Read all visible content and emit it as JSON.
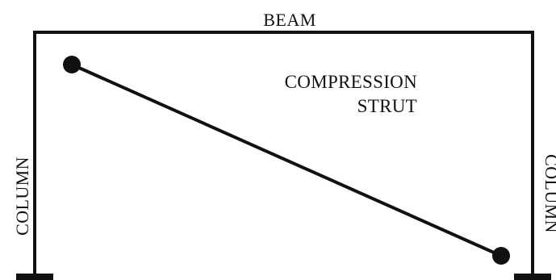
{
  "labels": {
    "beam": "BEAM",
    "strut_line1": "COMPRESSION",
    "strut_line2": "STRUT",
    "column_left": "COLUMN",
    "column_right": "COLUMN"
  },
  "colors": {
    "stroke": "#111111",
    "background": "#ffffff"
  }
}
